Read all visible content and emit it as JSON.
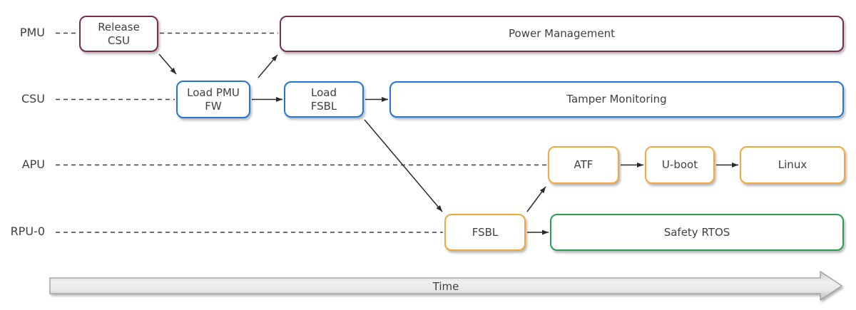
{
  "diagram": {
    "lanes": [
      {
        "label": "PMU"
      },
      {
        "label": "CSU"
      },
      {
        "label": "APU"
      },
      {
        "label": "RPU-0"
      }
    ],
    "nodes": [
      {
        "id": "release-csu",
        "label": "Release\nCSU",
        "color": "maroon"
      },
      {
        "id": "power-management",
        "label": "Power Management",
        "color": "maroon"
      },
      {
        "id": "load-pmu-fw",
        "label": "Load PMU\nFW",
        "color": "blue"
      },
      {
        "id": "load-fsbl",
        "label": "Load\nFSBL",
        "color": "blue"
      },
      {
        "id": "tamper-monitoring",
        "label": "Tamper Monitoring",
        "color": "blue"
      },
      {
        "id": "atf",
        "label": "ATF",
        "color": "orange"
      },
      {
        "id": "u-boot",
        "label": "U-boot",
        "color": "orange"
      },
      {
        "id": "linux",
        "label": "Linux",
        "color": "orange"
      },
      {
        "id": "fsbl",
        "label": "FSBL",
        "color": "orange"
      },
      {
        "id": "safety-rtos",
        "label": "Safety RTOS",
        "color": "green"
      }
    ],
    "colors": {
      "maroon": "#7A2B52",
      "blue": "#2277D6",
      "orange": "#F2A83C",
      "green": "#2A9D52",
      "line": "#3F3F3F",
      "arrow": "#2B2B2B"
    },
    "time_axis_label": "Time"
  }
}
